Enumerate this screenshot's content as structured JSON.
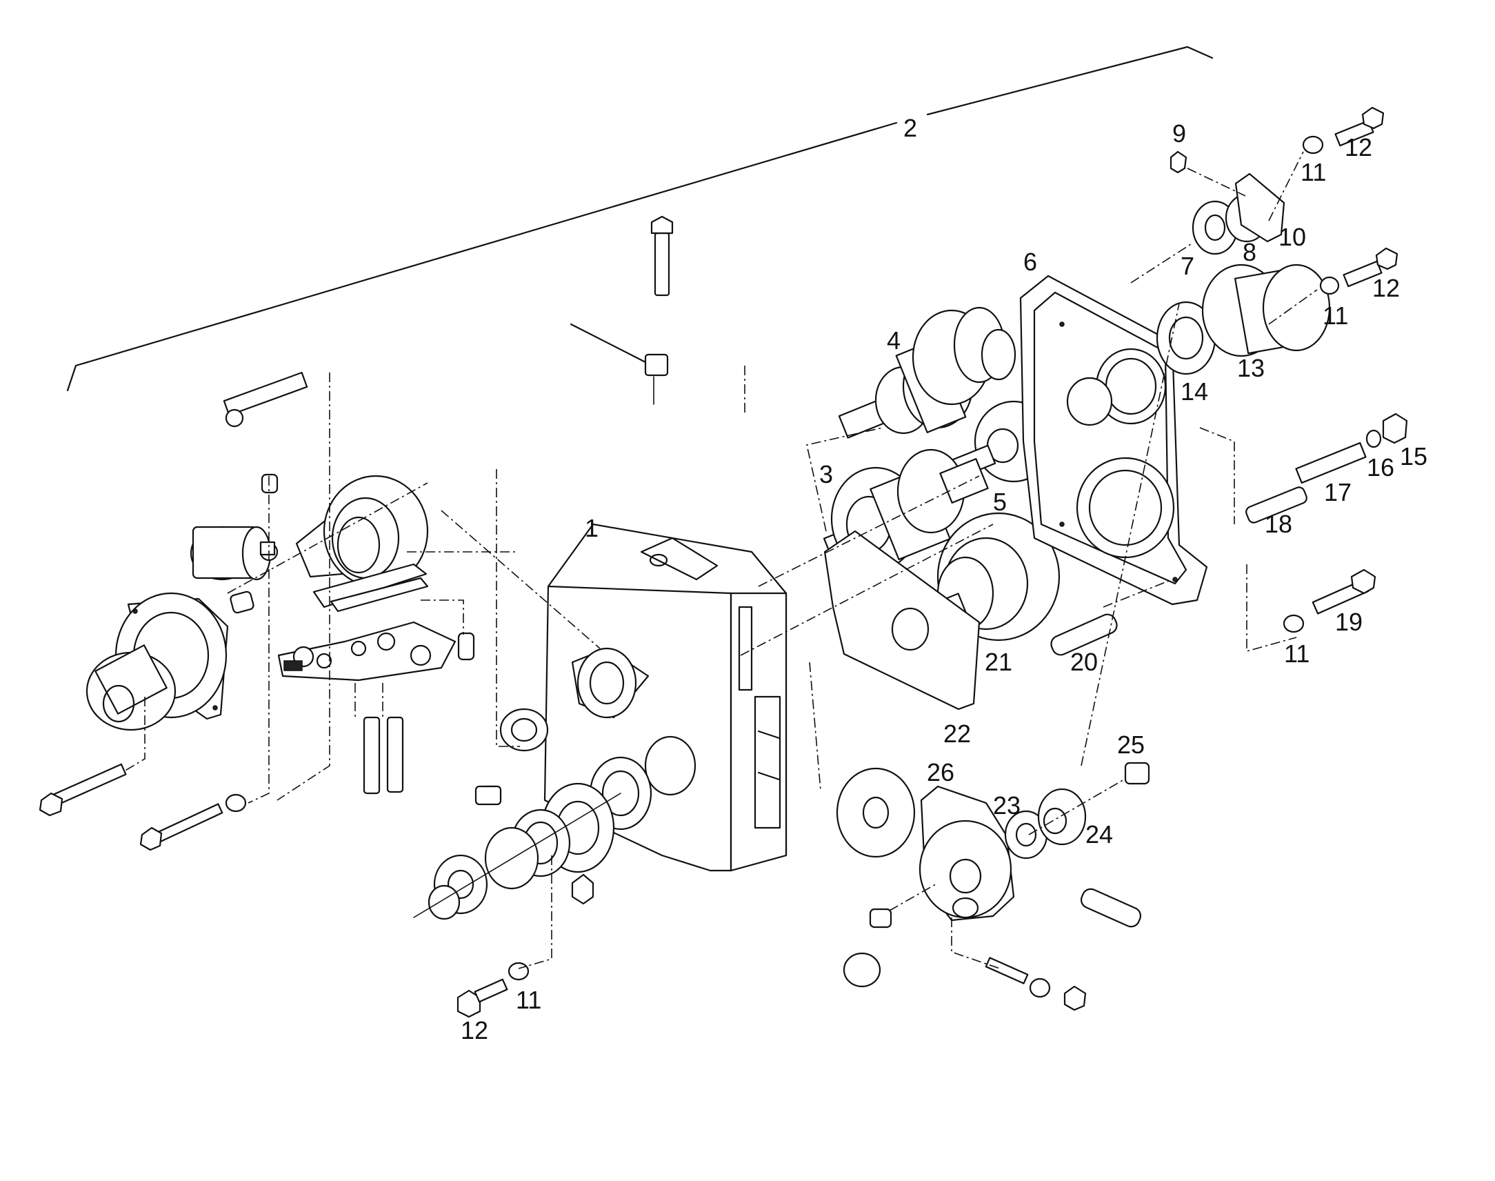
{
  "callouts": [
    {
      "id": "c1",
      "text": "1"
    },
    {
      "id": "c2",
      "text": "2"
    },
    {
      "id": "c3",
      "text": "3"
    },
    {
      "id": "c4",
      "text": "4"
    },
    {
      "id": "c5",
      "text": "5"
    },
    {
      "id": "c6",
      "text": "6"
    },
    {
      "id": "c7",
      "text": "7"
    },
    {
      "id": "c8",
      "text": "8"
    },
    {
      "id": "c9",
      "text": "9"
    },
    {
      "id": "c10",
      "text": "10"
    },
    {
      "id": "c11a",
      "text": "11"
    },
    {
      "id": "c11b",
      "text": "11"
    },
    {
      "id": "c11c",
      "text": "11"
    },
    {
      "id": "c11d",
      "text": "11"
    },
    {
      "id": "c12a",
      "text": "12"
    },
    {
      "id": "c12b",
      "text": "12"
    },
    {
      "id": "c12c",
      "text": "12"
    },
    {
      "id": "c13",
      "text": "13"
    },
    {
      "id": "c14",
      "text": "14"
    },
    {
      "id": "c15",
      "text": "15"
    },
    {
      "id": "c16",
      "text": "16"
    },
    {
      "id": "c17",
      "text": "17"
    },
    {
      "id": "c18",
      "text": "18"
    },
    {
      "id": "c19",
      "text": "19"
    },
    {
      "id": "c20",
      "text": "20"
    },
    {
      "id": "c21",
      "text": "21"
    },
    {
      "id": "c22",
      "text": "22"
    },
    {
      "id": "c23",
      "text": "23"
    },
    {
      "id": "c24",
      "text": "24"
    },
    {
      "id": "c25",
      "text": "25"
    },
    {
      "id": "c26",
      "text": "26"
    }
  ]
}
